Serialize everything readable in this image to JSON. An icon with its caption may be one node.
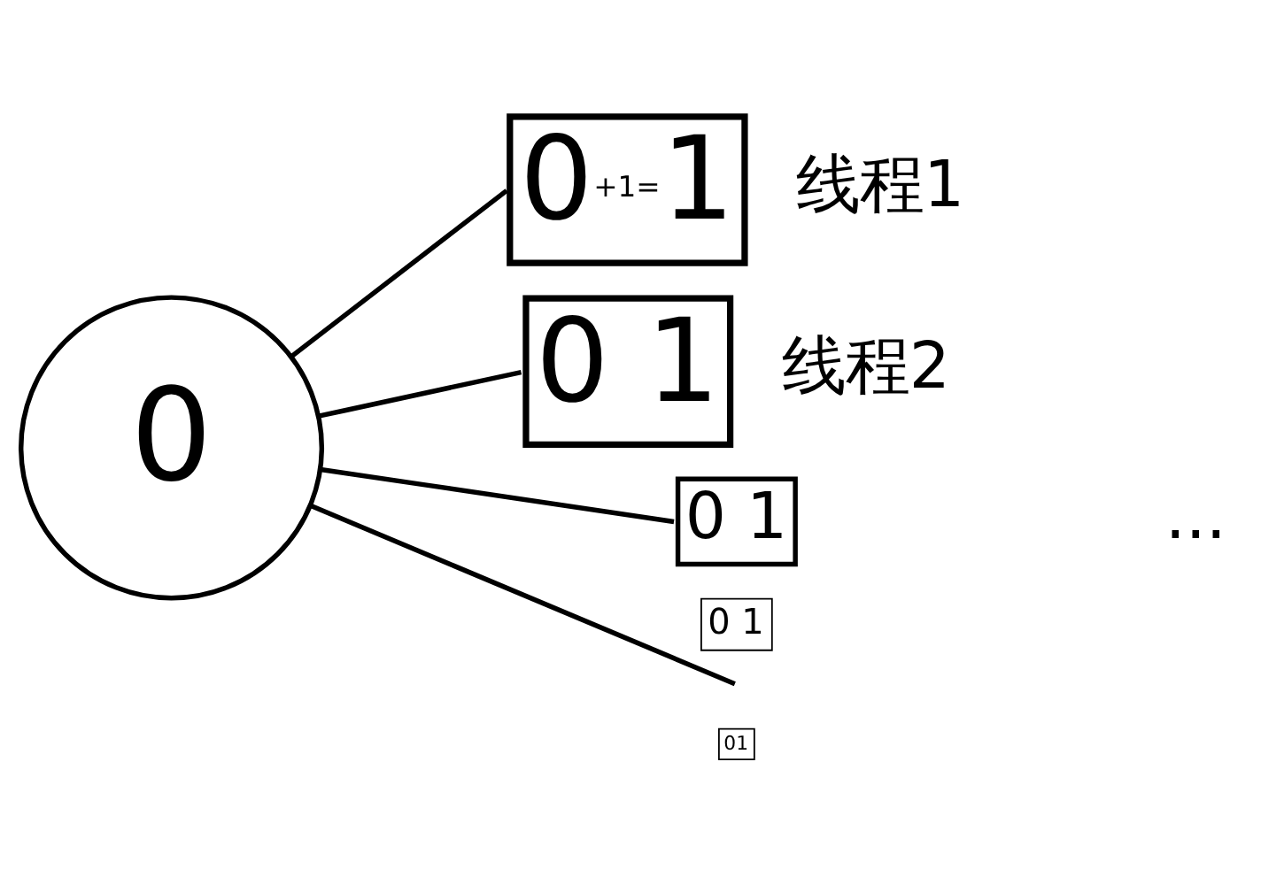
{
  "diagram": {
    "nodes": [
      {
        "text": [
          "0"
        ]
      },
      {
        "text": [
          "0",
          "+1=",
          "1"
        ],
        "beside": [
          "线程1"
        ]
      },
      {
        "text": [
          "0 1"
        ],
        "beside": [
          "线程2"
        ]
      },
      {
        "text": [
          "0 1"
        ]
      },
      {
        "text": [
          "0 1"
        ]
      },
      {
        "text": [
          "01"
        ]
      }
    ],
    "edges": [
      {
        "from": 0,
        "to": 1,
        "arrow": "none"
      },
      {
        "from": 0,
        "to": 2,
        "arrow": "none"
      },
      {
        "from": 0,
        "to": 3,
        "arrow": "none"
      },
      {
        "from": 0,
        "to": null,
        "arrow": "none"
      }
    ],
    "labels": [
      "..."
    ]
  }
}
